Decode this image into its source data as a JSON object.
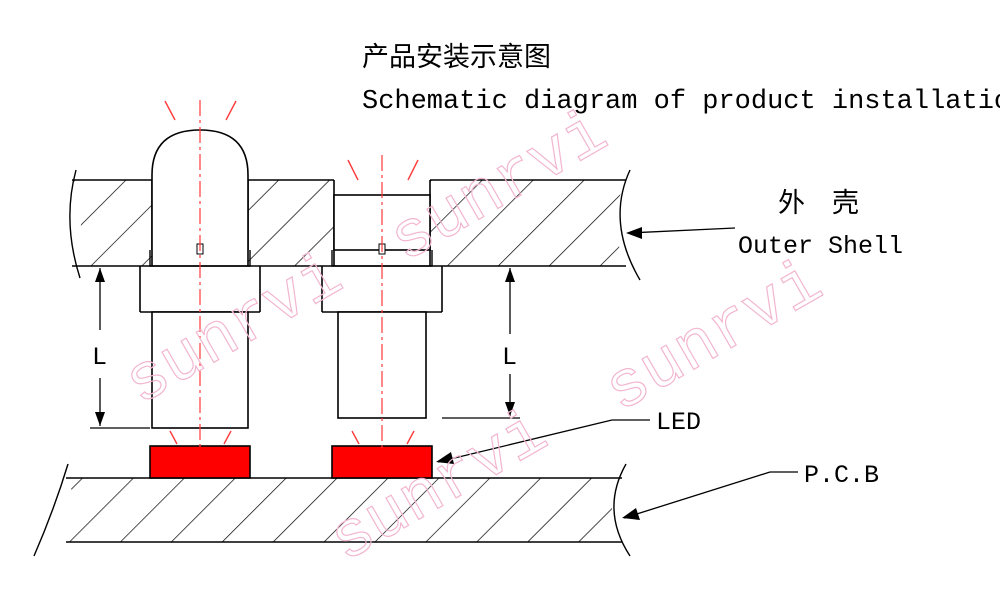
{
  "title": {
    "chinese": "产品安装示意图",
    "english": "Schematic diagram of product installation"
  },
  "labels": {
    "shell_cn": "外　壳",
    "shell_en": "Outer Shell",
    "led": "LED",
    "pcb": "P.C.B",
    "distance_left": "L",
    "distance_right": "L"
  },
  "watermark": {
    "text": "sunrvi"
  },
  "colors": {
    "led": "#ff0000",
    "centerline": "#ff3b3b",
    "watermark": "#f2b6d0",
    "line": "#000000"
  }
}
